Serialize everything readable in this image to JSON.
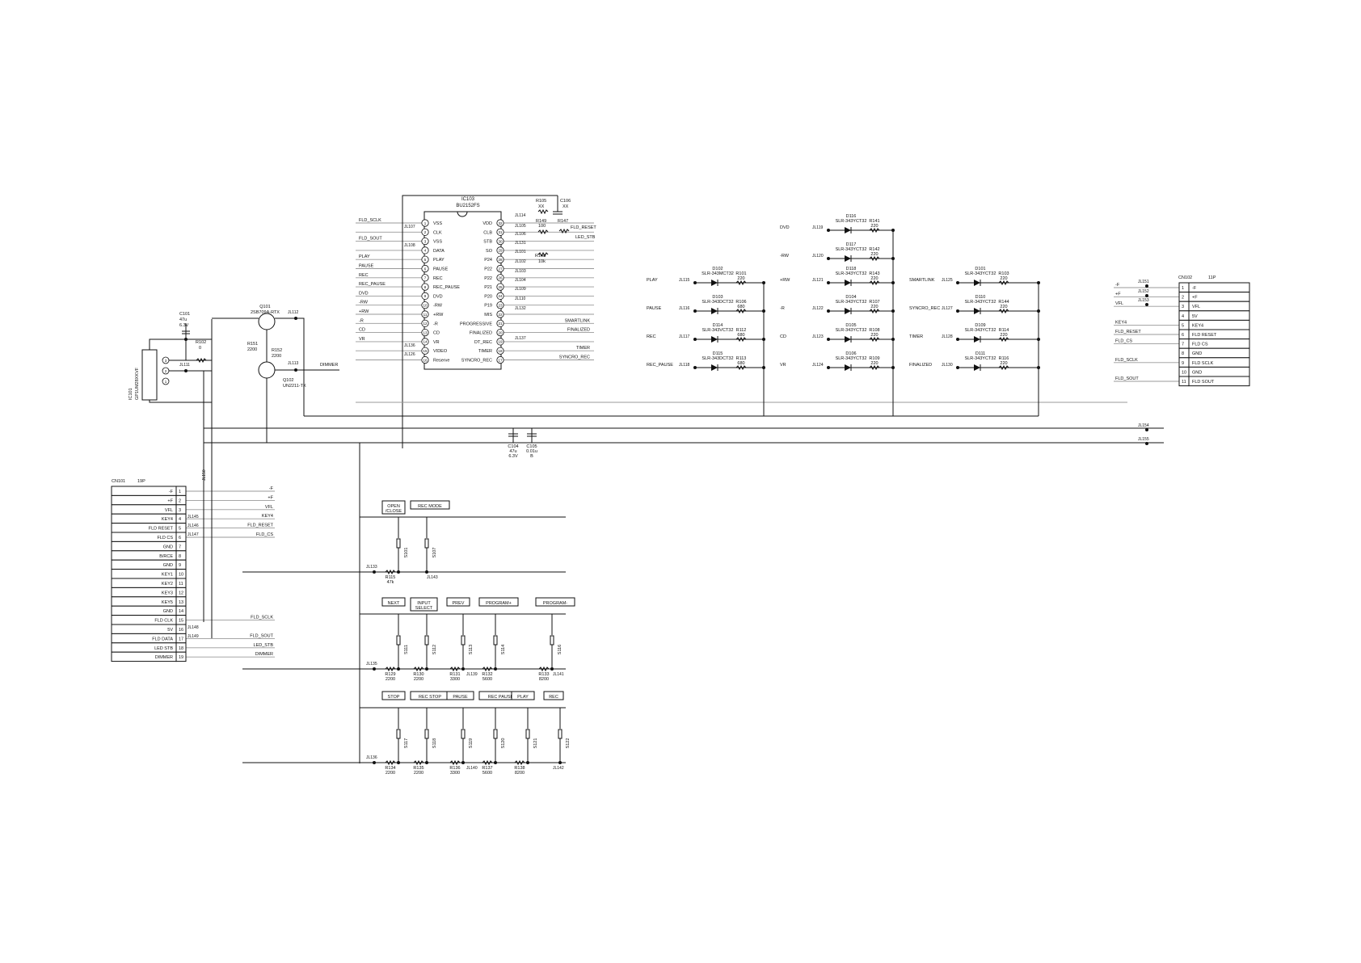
{
  "ic103": {
    "ref": "IC103",
    "part": "BU2152FS",
    "left_pins": [
      {
        "n": "1",
        "name": "VSS"
      },
      {
        "n": "2",
        "name": "CLK"
      },
      {
        "n": "3",
        "name": "VSS"
      },
      {
        "n": "4",
        "name": "DATA"
      },
      {
        "n": "5",
        "name": "PLAY"
      },
      {
        "n": "6",
        "name": "PAUSE"
      },
      {
        "n": "7",
        "name": "REC"
      },
      {
        "n": "8",
        "name": "REC_PAUSE"
      },
      {
        "n": "9",
        "name": "DVD"
      },
      {
        "n": "10",
        "name": "-RW"
      },
      {
        "n": "11",
        "name": "+RW"
      },
      {
        "n": "12",
        "name": "-R"
      },
      {
        "n": "13",
        "name": "CD"
      },
      {
        "n": "14",
        "name": "VR"
      },
      {
        "n": "15",
        "name": "VIDEO"
      },
      {
        "n": "16",
        "name": "Reserve"
      }
    ],
    "right_pins": [
      {
        "n": "32",
        "name": "VDD"
      },
      {
        "n": "31",
        "name": "CLB"
      },
      {
        "n": "30",
        "name": "STB"
      },
      {
        "n": "29",
        "name": "SO"
      },
      {
        "n": "28",
        "name": "P24"
      },
      {
        "n": "27",
        "name": "P22"
      },
      {
        "n": "26",
        "name": "P22"
      },
      {
        "n": "25",
        "name": "P21"
      },
      {
        "n": "24",
        "name": "P20"
      },
      {
        "n": "23",
        "name": "P19"
      },
      {
        "n": "22",
        "name": "MIS"
      },
      {
        "n": "21",
        "name": "PROGRESSIVE"
      },
      {
        "n": "20",
        "name": "FINALIZED"
      },
      {
        "n": "19",
        "name": "DT_REC"
      },
      {
        "n": "18",
        "name": "TIMER"
      },
      {
        "n": "17",
        "name": "SYNCRO_REC"
      }
    ],
    "left_nets": [
      "FLD_SCLK",
      "",
      "FLD_SOUT",
      "",
      "PLAY",
      "PAUSE",
      "REC",
      "REC_PAUSE",
      "DVD",
      "-RW",
      "+RW",
      "-R",
      "CD",
      "VR",
      "",
      ""
    ],
    "right_nets": [
      "",
      "",
      "",
      "",
      "",
      "",
      "",
      "",
      "",
      "",
      "",
      "SMARTLINK",
      "FINALIZED",
      "",
      "TIMER",
      "SYNCRO_REC"
    ],
    "jl_left": [
      "JL107",
      "JL108",
      "JL136",
      "JL126"
    ],
    "jl_right": [
      "JL114",
      "JL105",
      "JL106",
      "JL131",
      "JL101",
      "JL102",
      "JL103",
      "JL104",
      "JL109",
      "JL110",
      "JL132",
      "JL137"
    ]
  },
  "top_parts": [
    {
      "ref": "R105",
      "val": "XX"
    },
    {
      "ref": "C106",
      "val": "XX"
    },
    {
      "ref": "R149",
      "val": "100"
    },
    {
      "ref": "R147",
      "val": ""
    },
    {
      "ref": "R148",
      "val": "10k"
    }
  ],
  "top_nets": [
    "FLD_RESET",
    "LED_STB"
  ],
  "cn101": {
    "ref": "CN101",
    "pins_label": "19P",
    "rows": [
      {
        "n": "1",
        "name": "-F"
      },
      {
        "n": "2",
        "name": "+F"
      },
      {
        "n": "3",
        "name": "VFL"
      },
      {
        "n": "4",
        "name": "KEY4"
      },
      {
        "n": "5",
        "name": "FLD RESET"
      },
      {
        "n": "6",
        "name": "FLD CS"
      },
      {
        "n": "7",
        "name": "GND"
      },
      {
        "n": "8",
        "name": "B/RCE"
      },
      {
        "n": "9",
        "name": "GND"
      },
      {
        "n": "10",
        "name": "KEY1"
      },
      {
        "n": "11",
        "name": "KEY2"
      },
      {
        "n": "12",
        "name": "KEY3"
      },
      {
        "n": "13",
        "name": "KEY5"
      },
      {
        "n": "14",
        "name": "GND"
      },
      {
        "n": "15",
        "name": "FLD CLK"
      },
      {
        "n": "16",
        "name": "5V"
      },
      {
        "n": "17",
        "name": "FLD DATA"
      },
      {
        "n": "18",
        "name": "LED STB"
      },
      {
        "n": "19",
        "name": "DIMMER"
      }
    ],
    "nets": [
      "-F",
      "+F",
      "VFL",
      "KEY4",
      "FLD_RESET",
      "FLD_CS",
      "",
      "",
      "",
      "",
      "",
      "",
      "",
      "",
      "FLD_SCLK",
      "",
      "FLD_SOUT",
      "LED_STB",
      "DIMMER"
    ],
    "jl": [
      "JL145",
      "JL146",
      "JL147",
      "JL148",
      "JL149",
      "JL150"
    ]
  },
  "cn102": {
    "ref": "CN102",
    "pins_label": "11P",
    "rows": [
      {
        "n": "1",
        "name": "-F"
      },
      {
        "n": "2",
        "name": "+F"
      },
      {
        "n": "3",
        "name": "VFL"
      },
      {
        "n": "4",
        "name": "5V"
      },
      {
        "n": "5",
        "name": "KEY4"
      },
      {
        "n": "6",
        "name": "FLD RESET"
      },
      {
        "n": "7",
        "name": "FLD CS"
      },
      {
        "n": "8",
        "name": "GND"
      },
      {
        "n": "9",
        "name": "FLD SCLK"
      },
      {
        "n": "10",
        "name": "GND"
      },
      {
        "n": "11",
        "name": "FLD SOUT"
      }
    ],
    "nets": [
      "-F",
      "+F",
      "VFL",
      "",
      "KEY4",
      "FLD_RESET",
      "FLD_CS",
      "",
      "FLD_SCLK",
      "",
      "FLD_SOUT"
    ],
    "jl": [
      "JL151",
      "JL152",
      "JL153",
      "JL154",
      "JL155"
    ]
  },
  "sensor": {
    "ref": "IC101",
    "part": "GP1UM28XKVF",
    "c_ref": "C101",
    "c_val": "47u",
    "c_v": "6.3V",
    "r_ref": "R102",
    "r_val": "0",
    "jl": "JL111",
    "pins": [
      "3",
      "2",
      "1"
    ]
  },
  "transistors": {
    "q101": {
      "ref": "Q101",
      "part": "2SB709A-RTX"
    },
    "q102": {
      "ref": "Q102",
      "part": "UN2211-TX"
    },
    "r151": {
      "ref": "R151",
      "val": "2200"
    },
    "r152": {
      "ref": "R152",
      "val": "2200"
    },
    "jl112": "JL112",
    "jl113": "JL113",
    "dimmer": "DIMMER"
  },
  "bulk_caps": [
    {
      "ref": "C104",
      "val": "47u",
      "v": "6.3V"
    },
    {
      "ref": "C105",
      "val": "0.01u",
      "v": "B"
    }
  ],
  "led_columns": [
    {
      "rows": [
        {
          "net": "PLAY",
          "jl": "JL115",
          "d": "D102",
          "part": "SLR-343MCT32",
          "r": "R101",
          "rv": "220"
        },
        {
          "net": "PAUSE",
          "jl": "JL116",
          "d": "D103",
          "part": "SLR-343DCT32",
          "r": "R106",
          "rv": "680"
        },
        {
          "net": "REC",
          "jl": "JL117",
          "d": "D114",
          "part": "SLR-343VCT32",
          "r": "R112",
          "rv": "680"
        },
        {
          "net": "REC_PAUSE",
          "jl": "JL118",
          "d": "D115",
          "part": "SLR-343DCT32",
          "r": "R113",
          "rv": "680"
        }
      ]
    },
    {
      "rows": [
        {
          "net": "DVD",
          "jl": "JL119",
          "d": "D116",
          "part": "SLR-343YCT32",
          "r": "R141",
          "rv": "220"
        },
        {
          "net": "-RW",
          "jl": "JL120",
          "d": "D117",
          "part": "SLR-343YCT32",
          "r": "R142",
          "rv": "220"
        },
        {
          "net": "+RW",
          "jl": "JL121",
          "d": "D118",
          "part": "SLR-343YCT32",
          "r": "R143",
          "rv": "220"
        },
        {
          "net": "-R",
          "jl": "JL122",
          "d": "D104",
          "part": "SLR-343YCT32",
          "r": "R107",
          "rv": "220"
        },
        {
          "net": "CD",
          "jl": "JL123",
          "d": "D105",
          "part": "SLR-343YCT32",
          "r": "R108",
          "rv": "220"
        },
        {
          "net": "VR",
          "jl": "JL124",
          "d": "D106",
          "part": "SLR-343YCT32",
          "r": "R109",
          "rv": "220"
        }
      ]
    },
    {
      "rows": [
        {
          "net": "SMARTLINK",
          "jl": "JL125",
          "d": "D101",
          "part": "SLR-343YCT32",
          "r": "R103",
          "rv": "220"
        },
        {
          "net": "SYNCRO_REC",
          "jl": "JL127",
          "d": "D110",
          "part": "SLR-343YCT32",
          "r": "R144",
          "rv": "220"
        },
        {
          "net": "TIMER",
          "jl": "JL128",
          "d": "D109",
          "part": "SLR-343YCT32",
          "r": "R114",
          "rv": "220"
        },
        {
          "net": "FINALIZED",
          "jl": "JL130",
          "d": "D111",
          "part": "SLR-343YCT32",
          "r": "R116",
          "rv": "220"
        }
      ]
    }
  ],
  "switch_rows": [
    {
      "jl_in": "JL133",
      "buttons": [
        {
          "label1": "OPEN",
          "label2": "/CLOSE",
          "sw": "S101"
        },
        {
          "label1": "REC MODE",
          "label2": "",
          "sw": "S107"
        }
      ],
      "res": [
        {
          "ref": "R115",
          "val": "47k"
        }
      ],
      "jl_mid": [
        "JL143"
      ]
    },
    {
      "jl_in": "JL135",
      "buttons": [
        {
          "label1": "NEXT",
          "label2": "",
          "sw": "S111"
        },
        {
          "label1": "INPUT",
          "label2": "SELECT",
          "sw": "S112"
        },
        {
          "label1": "PREV",
          "label2": "",
          "sw": "S113"
        },
        {
          "label1": "PROGRAM+",
          "label2": "",
          "sw": "S114"
        },
        {
          "label1": "PROGRAM-",
          "label2": "",
          "sw": "S116"
        }
      ],
      "res": [
        {
          "ref": "R129",
          "val": "2200"
        },
        {
          "ref": "R130",
          "val": "2200"
        },
        {
          "ref": "R131",
          "val": "3300"
        },
        {
          "ref": "R132",
          "val": "5600"
        },
        {
          "ref": "R133",
          "val": "8200"
        }
      ],
      "jl_mid": [
        "JL139",
        "JL141"
      ]
    },
    {
      "jl_in": "JL136",
      "buttons": [
        {
          "label1": "STOP",
          "label2": "",
          "sw": "S117"
        },
        {
          "label1": "REC STOP",
          "label2": "",
          "sw": "S118"
        },
        {
          "label1": "PAUSE",
          "label2": "",
          "sw": "S119"
        },
        {
          "label1": "REC PAUSE",
          "label2": "",
          "sw": "S120"
        },
        {
          "label1": "PLAY",
          "label2": "",
          "sw": "S121"
        },
        {
          "label1": "REC",
          "label2": "",
          "sw": "S122"
        }
      ],
      "res": [
        {
          "ref": "R134",
          "val": "2200"
        },
        {
          "ref": "R135",
          "val": "2200"
        },
        {
          "ref": "R136",
          "val": "3300"
        },
        {
          "ref": "R137",
          "val": "5600"
        },
        {
          "ref": "R138",
          "val": "8200"
        }
      ],
      "jl_mid": [
        "JL140",
        "JL142"
      ]
    }
  ]
}
